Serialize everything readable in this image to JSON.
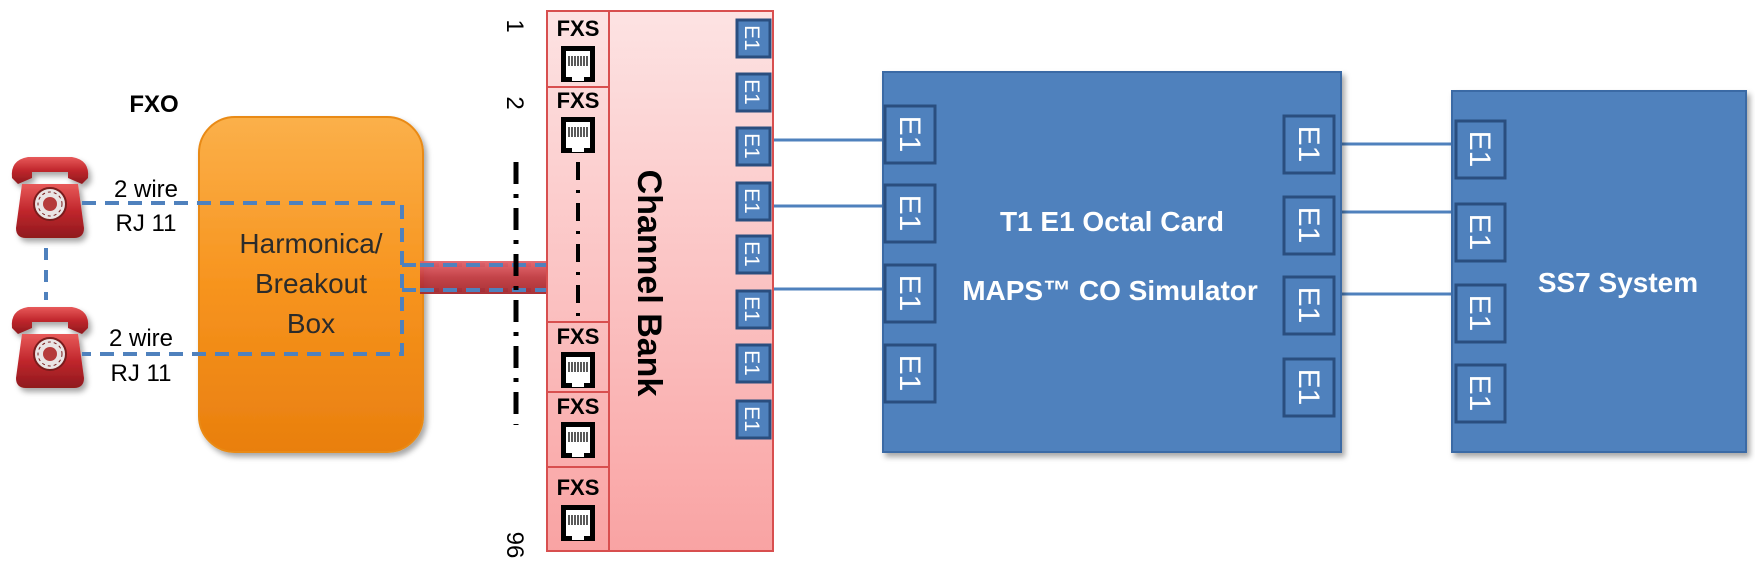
{
  "fxo_label": "FXO",
  "phone_top": {
    "line1": "2 wire",
    "line2": "RJ 11"
  },
  "phone_bottom": {
    "line1": "2 wire",
    "line2": "RJ 11"
  },
  "breakout": {
    "line1": "Harmonica/",
    "line2": "Breakout",
    "line3": "Box"
  },
  "port_numbers": {
    "first": "1",
    "second": "2",
    "last": "96"
  },
  "channel_bank": {
    "title": "Channel Bank",
    "fxs_label": "FXS",
    "e1_label": "E1"
  },
  "maps": {
    "line1": "T1 E1 Octal Card",
    "line2": "MAPS™ CO Simulator",
    "port_label": "E1"
  },
  "ss7": {
    "title": "SS7 System",
    "port_label": "E1"
  },
  "colors": {
    "orange": "#f7941e",
    "blue": "#4f81bd",
    "blue_dark": "#2a4e7f",
    "pink": "#fbb5b5",
    "phone_red": "#c0262c"
  }
}
